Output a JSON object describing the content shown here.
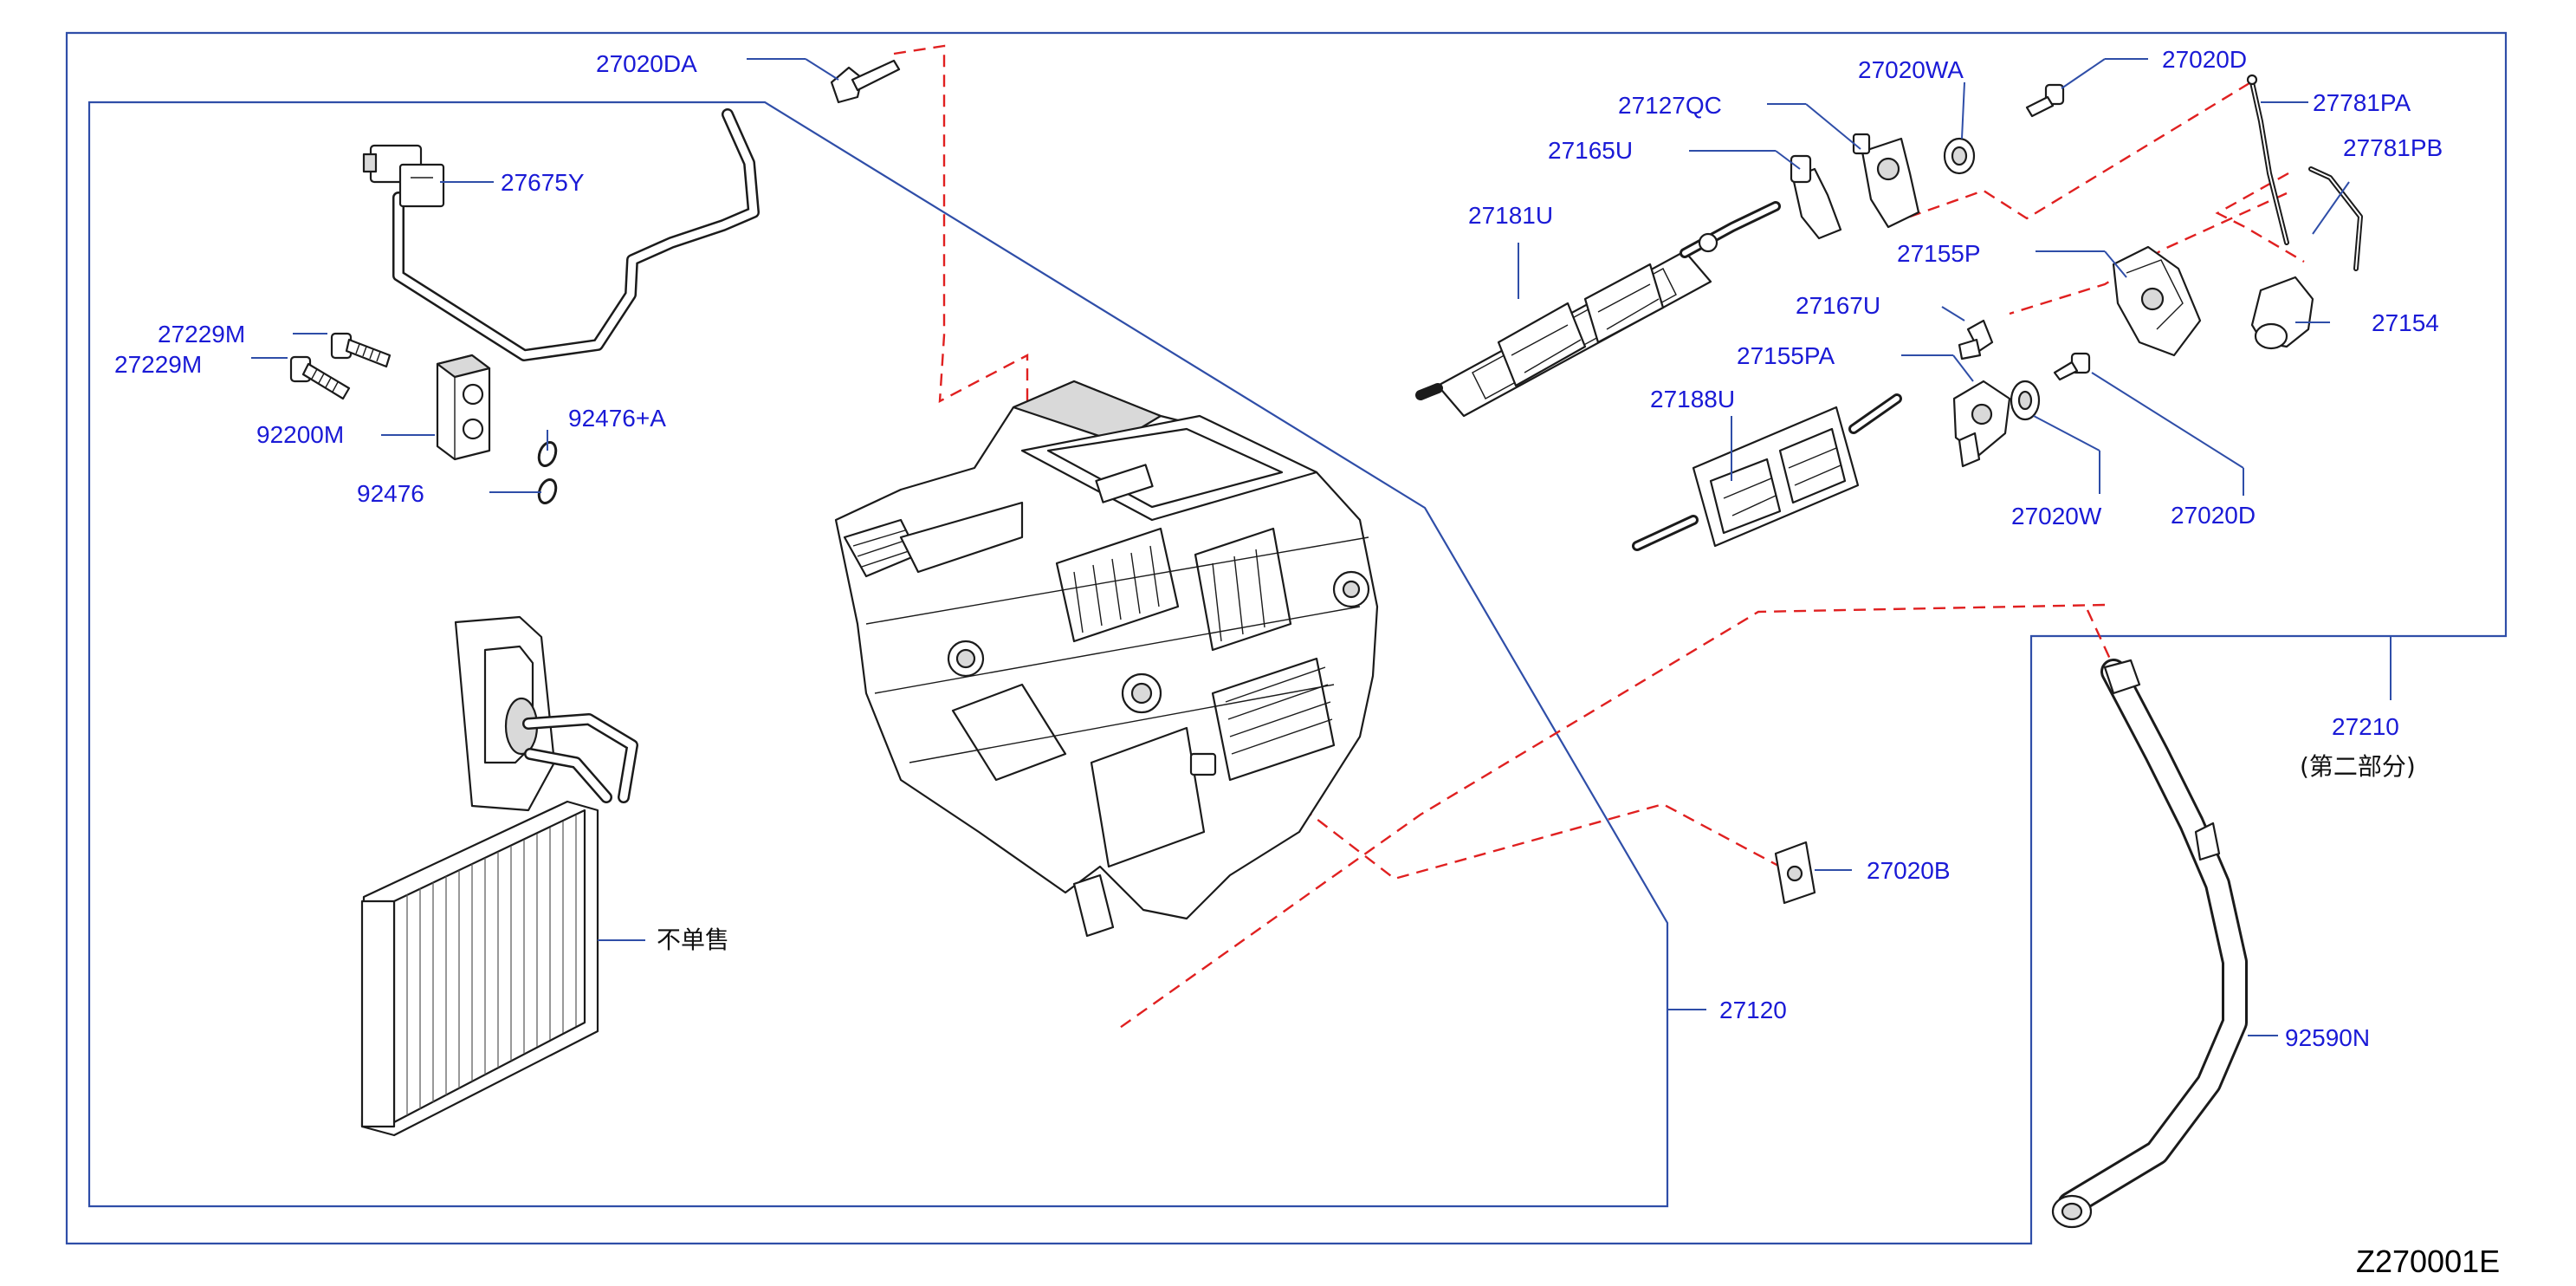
{
  "diagram_code": "Z270001E",
  "parts": {
    "p27020DA": "27020DA",
    "p27675Y": "27675Y",
    "p27229M_a": "27229M",
    "p27229M_b": "27229M",
    "p92200M": "92200M",
    "p92476A": "92476+A",
    "p92476": "92476",
    "p27127QC": "27127QC",
    "p27020WA": "27020WA",
    "p27020D_top": "27020D",
    "p27781PA": "27781PA",
    "p27781PB": "27781PB",
    "p27165U": "27165U",
    "p27181U": "27181U",
    "p27155P": "27155P",
    "p27167U": "27167U",
    "p27154": "27154",
    "p27155PA": "27155PA",
    "p27188U": "27188U",
    "p27020W": "27020W",
    "p27020D_bottom": "27020D",
    "p27210": "27210",
    "p27210_note": "(第二部分)",
    "p27020B": "27020B",
    "p27120": "27120",
    "p92590N": "92590N",
    "not_sold_note": "不单售"
  },
  "colors": {
    "label": "#1a1ad6",
    "frame_line": "#2f4ea8",
    "dashed_leader": "#e02020",
    "part_outline": "#1b1b1b"
  }
}
